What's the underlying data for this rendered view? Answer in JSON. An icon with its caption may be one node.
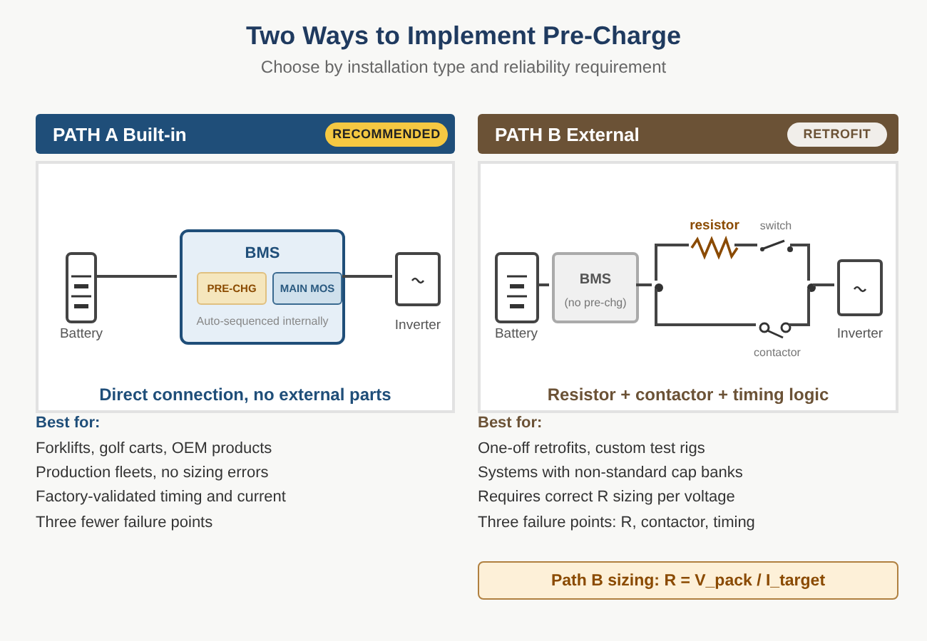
{
  "diagram": {
    "title": "Two Ways to Implement Pre-Charge",
    "nodes": [
      {
        "text": [
          "PATH A Built-in"
        ]
      },
      {
        "text": [
          "RECOMMENDED"
        ],
        "in": 0
      },
      {
        "text": [
          "Direct connection, no external parts"
        ]
      },
      {
        "text": [
          "Battery"
        ],
        "in": 2
      },
      {
        "text": [
          "BMS",
          "Auto-sequenced internally"
        ],
        "in": 2
      },
      {
        "text": [
          "PRE-CHG"
        ],
        "in": 4
      },
      {
        "text": [
          "MAIN MOS"
        ],
        "in": 4
      },
      {
        "text": [
          "Inverter"
        ],
        "in": 2
      },
      {
        "text": [
          "PATH B External"
        ]
      },
      {
        "text": [
          "RETROFIT"
        ],
        "in": 8
      },
      {
        "text": [
          "Resistor + contactor + timing logic"
        ]
      },
      {
        "text": [
          "Battery"
        ],
        "in": 10
      },
      {
        "text": [
          "BMS",
          "(no pre-chg)"
        ],
        "in": 10
      },
      {
        "text": [
          "resistor"
        ],
        "in": 10
      },
      {
        "text": [
          "switch"
        ],
        "in": 10
      },
      {
        "text": [
          "contactor"
        ],
        "in": 10
      },
      {
        "text": [
          "Inverter"
        ],
        "in": 10
      },
      {
        "text": [],
        "shape": "circle",
        "in": 10
      },
      {
        "text": [],
        "shape": "circle",
        "in": 10
      },
      {
        "text": [
          "Path B sizing: R = V_pack / I_target"
        ]
      }
    ],
    "edges": [
      {
        "from": 3,
        "to": 4,
        "arrow": "none"
      },
      {
        "from": 4,
        "to": 7,
        "arrow": "none"
      },
      {
        "from": 11,
        "to": 12,
        "arrow": "none"
      },
      {
        "from": 12,
        "to": 17,
        "arrow": "none"
      },
      {
        "from": 17,
        "to": 13,
        "arrow": "none"
      },
      {
        "from": 13,
        "to": 14,
        "arrow": "none"
      },
      {
        "from": 14,
        "to": 18,
        "arrow": "none"
      },
      {
        "from": 17,
        "to": 15,
        "arrow": "none"
      },
      {
        "from": 15,
        "to": 18,
        "arrow": "none"
      },
      {
        "from": 18,
        "to": 16,
        "arrow": "none"
      }
    ],
    "labels": [
      "Choose by installation type and reliability requirement",
      "Best for:",
      "Forklifts, golf carts, OEM products",
      "Production fleets, no sizing errors",
      "Factory-validated timing and current",
      "Three fewer failure points",
      "Best for:",
      "One-off retrofits, custom test rigs",
      "Systems with non-standard cap banks",
      "Requires correct R sizing per voltage",
      "Three failure points: R, contactor, timing"
    ]
  }
}
